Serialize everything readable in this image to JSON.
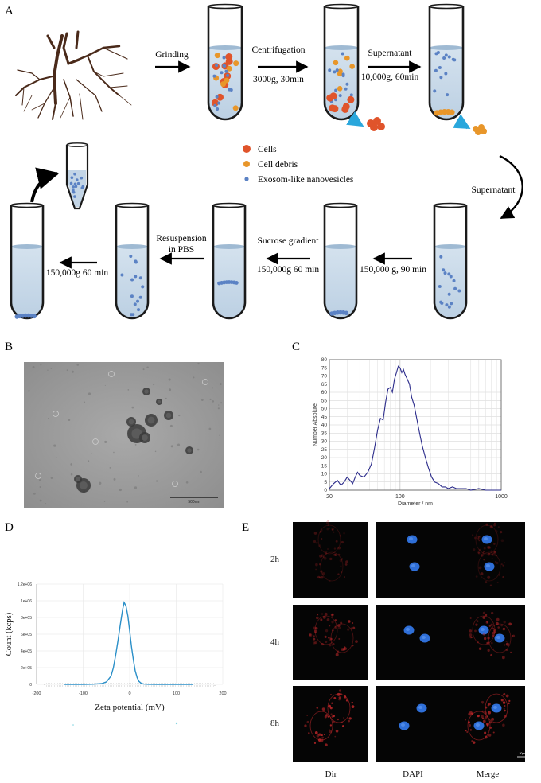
{
  "panels": {
    "A": {
      "label": "A",
      "steps": {
        "grinding": "Grinding",
        "centrifugation": "Centrifugation",
        "centrifugation_speed": "3000g, 30min",
        "supernatant1": "Supernatant",
        "supernatant1_speed": "10,000g, 60min",
        "supernatant2": "Supernatant",
        "step_150k_90": "150,000 g, 90 min",
        "sucrose": "Sucrose gradient",
        "step_150k_60a": "150,000g 60 min",
        "resuspension1": "Resuspension",
        "resuspension2": "in PBS",
        "step_150k_60b": "150,000g 60 min"
      },
      "legend": {
        "cells": "Cells",
        "debris": "Cell debris",
        "vesicles": "Exosom-like nanovesicles"
      },
      "colors": {
        "cells": "#e0542b",
        "debris": "#e8962a",
        "vesicles": "#5b82c4",
        "liquid": "#c3d5e6",
        "arrow_cyan": "#2aa7dc"
      }
    },
    "B": {
      "label": "B",
      "scale_bar": "500nm"
    },
    "C": {
      "label": "C",
      "chart_data": {
        "type": "line",
        "xlabel": "Diameter / nm",
        "ylabel": "Number Absolute",
        "xscale": "log",
        "xlim": [
          20,
          1000
        ],
        "ylim": [
          0,
          80
        ],
        "xticks": [
          "20",
          "100",
          "1000"
        ],
        "yticks": [
          "0",
          "5",
          "10",
          "15",
          "20",
          "25",
          "30",
          "35",
          "40",
          "45",
          "50",
          "55",
          "60",
          "65",
          "70",
          "75",
          "80"
        ],
        "grid": true,
        "color": "#2a2a8a",
        "x": [
          20,
          22,
          24,
          26,
          28,
          30,
          32,
          34,
          36,
          38,
          40,
          44,
          48,
          52,
          56,
          60,
          64,
          68,
          72,
          76,
          80,
          84,
          88,
          92,
          96,
          100,
          104,
          108,
          112,
          118,
          124,
          130,
          138,
          146,
          156,
          166,
          178,
          190,
          205,
          220,
          240,
          260,
          280,
          300,
          330,
          360,
          400,
          450,
          500,
          600,
          700,
          850,
          1000
        ],
        "y": [
          1,
          4,
          6,
          3,
          5,
          8,
          6,
          4,
          8,
          11,
          9,
          8,
          11,
          16,
          26,
          37,
          44,
          43,
          54,
          62,
          63,
          60,
          68,
          72,
          76,
          75,
          72,
          74,
          71,
          68,
          65,
          57,
          52,
          44,
          35,
          27,
          20,
          14,
          8,
          5,
          4,
          2,
          2,
          1,
          2,
          1,
          1,
          1,
          0,
          1,
          0,
          0,
          0
        ]
      }
    },
    "D": {
      "label": "D",
      "chart_data": {
        "type": "line",
        "xlabel": "Zeta potential (mV)",
        "ylabel": "Count (kcps)",
        "xlim": [
          -200,
          200
        ],
        "ylim": [
          0,
          1200000
        ],
        "xticks": [
          "-200",
          "-100",
          "0",
          "100",
          "200"
        ],
        "yticks": [
          "0",
          "2e+05",
          "4e+05",
          "6e+05",
          "8e+05",
          "1e+06",
          "1.2e+06"
        ],
        "grid": true,
        "color": "#2a8fc8",
        "x": [
          -140,
          -100,
          -80,
          -60,
          -50,
          -40,
          -35,
          -30,
          -25,
          -20,
          -15,
          -12,
          -8,
          -4,
          0,
          4,
          8,
          12,
          16,
          20,
          25,
          30,
          40,
          60,
          100,
          135
        ],
        "y": [
          0,
          0,
          2000,
          10000,
          30000,
          100000,
          200000,
          350000,
          530000,
          720000,
          900000,
          980000,
          940000,
          820000,
          640000,
          450000,
          290000,
          160000,
          80000,
          35000,
          12000,
          4000,
          1000,
          0,
          0,
          0
        ]
      }
    },
    "E": {
      "label": "E",
      "rows": [
        "2h",
        "4h",
        "8h"
      ],
      "columns": [
        "Dir",
        "DAPI",
        "Merge"
      ],
      "scale_bar": "20μm",
      "colors": {
        "red": "#c0282a",
        "blue": "#2f6fd8"
      }
    }
  }
}
